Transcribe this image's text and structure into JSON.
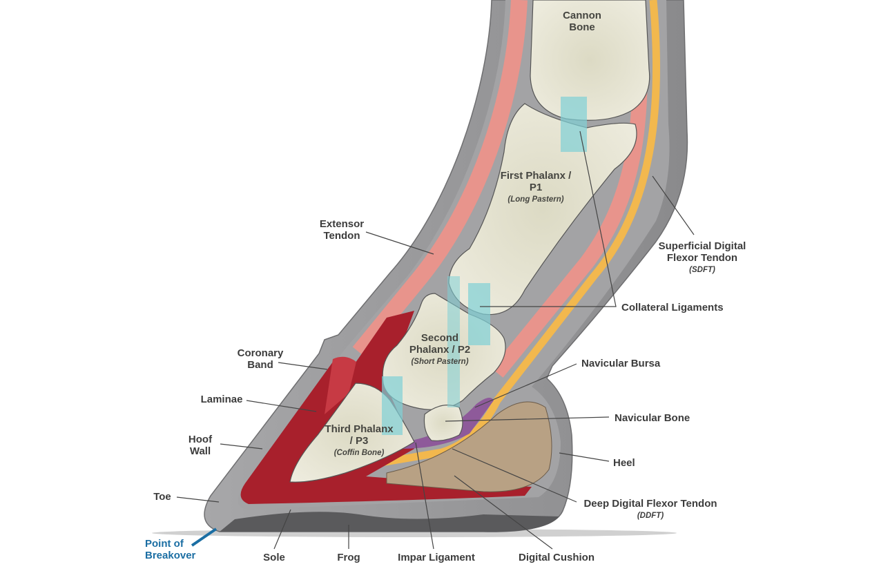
{
  "labels": {
    "cannon_bone": "Cannon Bone",
    "p1": "First Phalanx / P1",
    "p1_sub": "(Long Pastern)",
    "extensor_tendon": "Extensor Tendon",
    "sdft": "Superficial Digital Flexor Tendon",
    "sdft_sub": "(SDFT)",
    "collateral_ligaments": "Collateral Ligaments",
    "p2": "Second Phalanx / P2",
    "p2_sub": "(Short Pastern)",
    "coronary_band": "Coronary Band",
    "navicular_bursa": "Navicular Bursa",
    "laminae": "Laminae",
    "navicular_bone": "Navicular Bone",
    "hoof_wall": "Hoof Wall",
    "p3": "Third Phalanx / P3",
    "p3_sub": "(Coffin Bone)",
    "heel": "Heel",
    "toe": "Toe",
    "ddft": "Deep Digital Flexor Tendon",
    "ddft_sub": "(DDFT)",
    "point_of_breakover": "Point of Breakover",
    "sole": "Sole",
    "frog": "Frog",
    "impar_ligament": "Impar Ligament",
    "digital_cushion": "Digital Cushion"
  },
  "colors": {
    "label_text": "#3c3c3c",
    "breakover_accent": "#1b6ea3",
    "hoof_gray": "#909092",
    "bone": "#e8e5d3",
    "tendon_pink": "#e8948c",
    "ddft_yellow": "#f2b84e",
    "laminae_red": "#a8202c",
    "ligament_teal": "#7fd0d6",
    "bursa_purple": "#8e5a9a",
    "cushion_brown": "#b8a184"
  }
}
